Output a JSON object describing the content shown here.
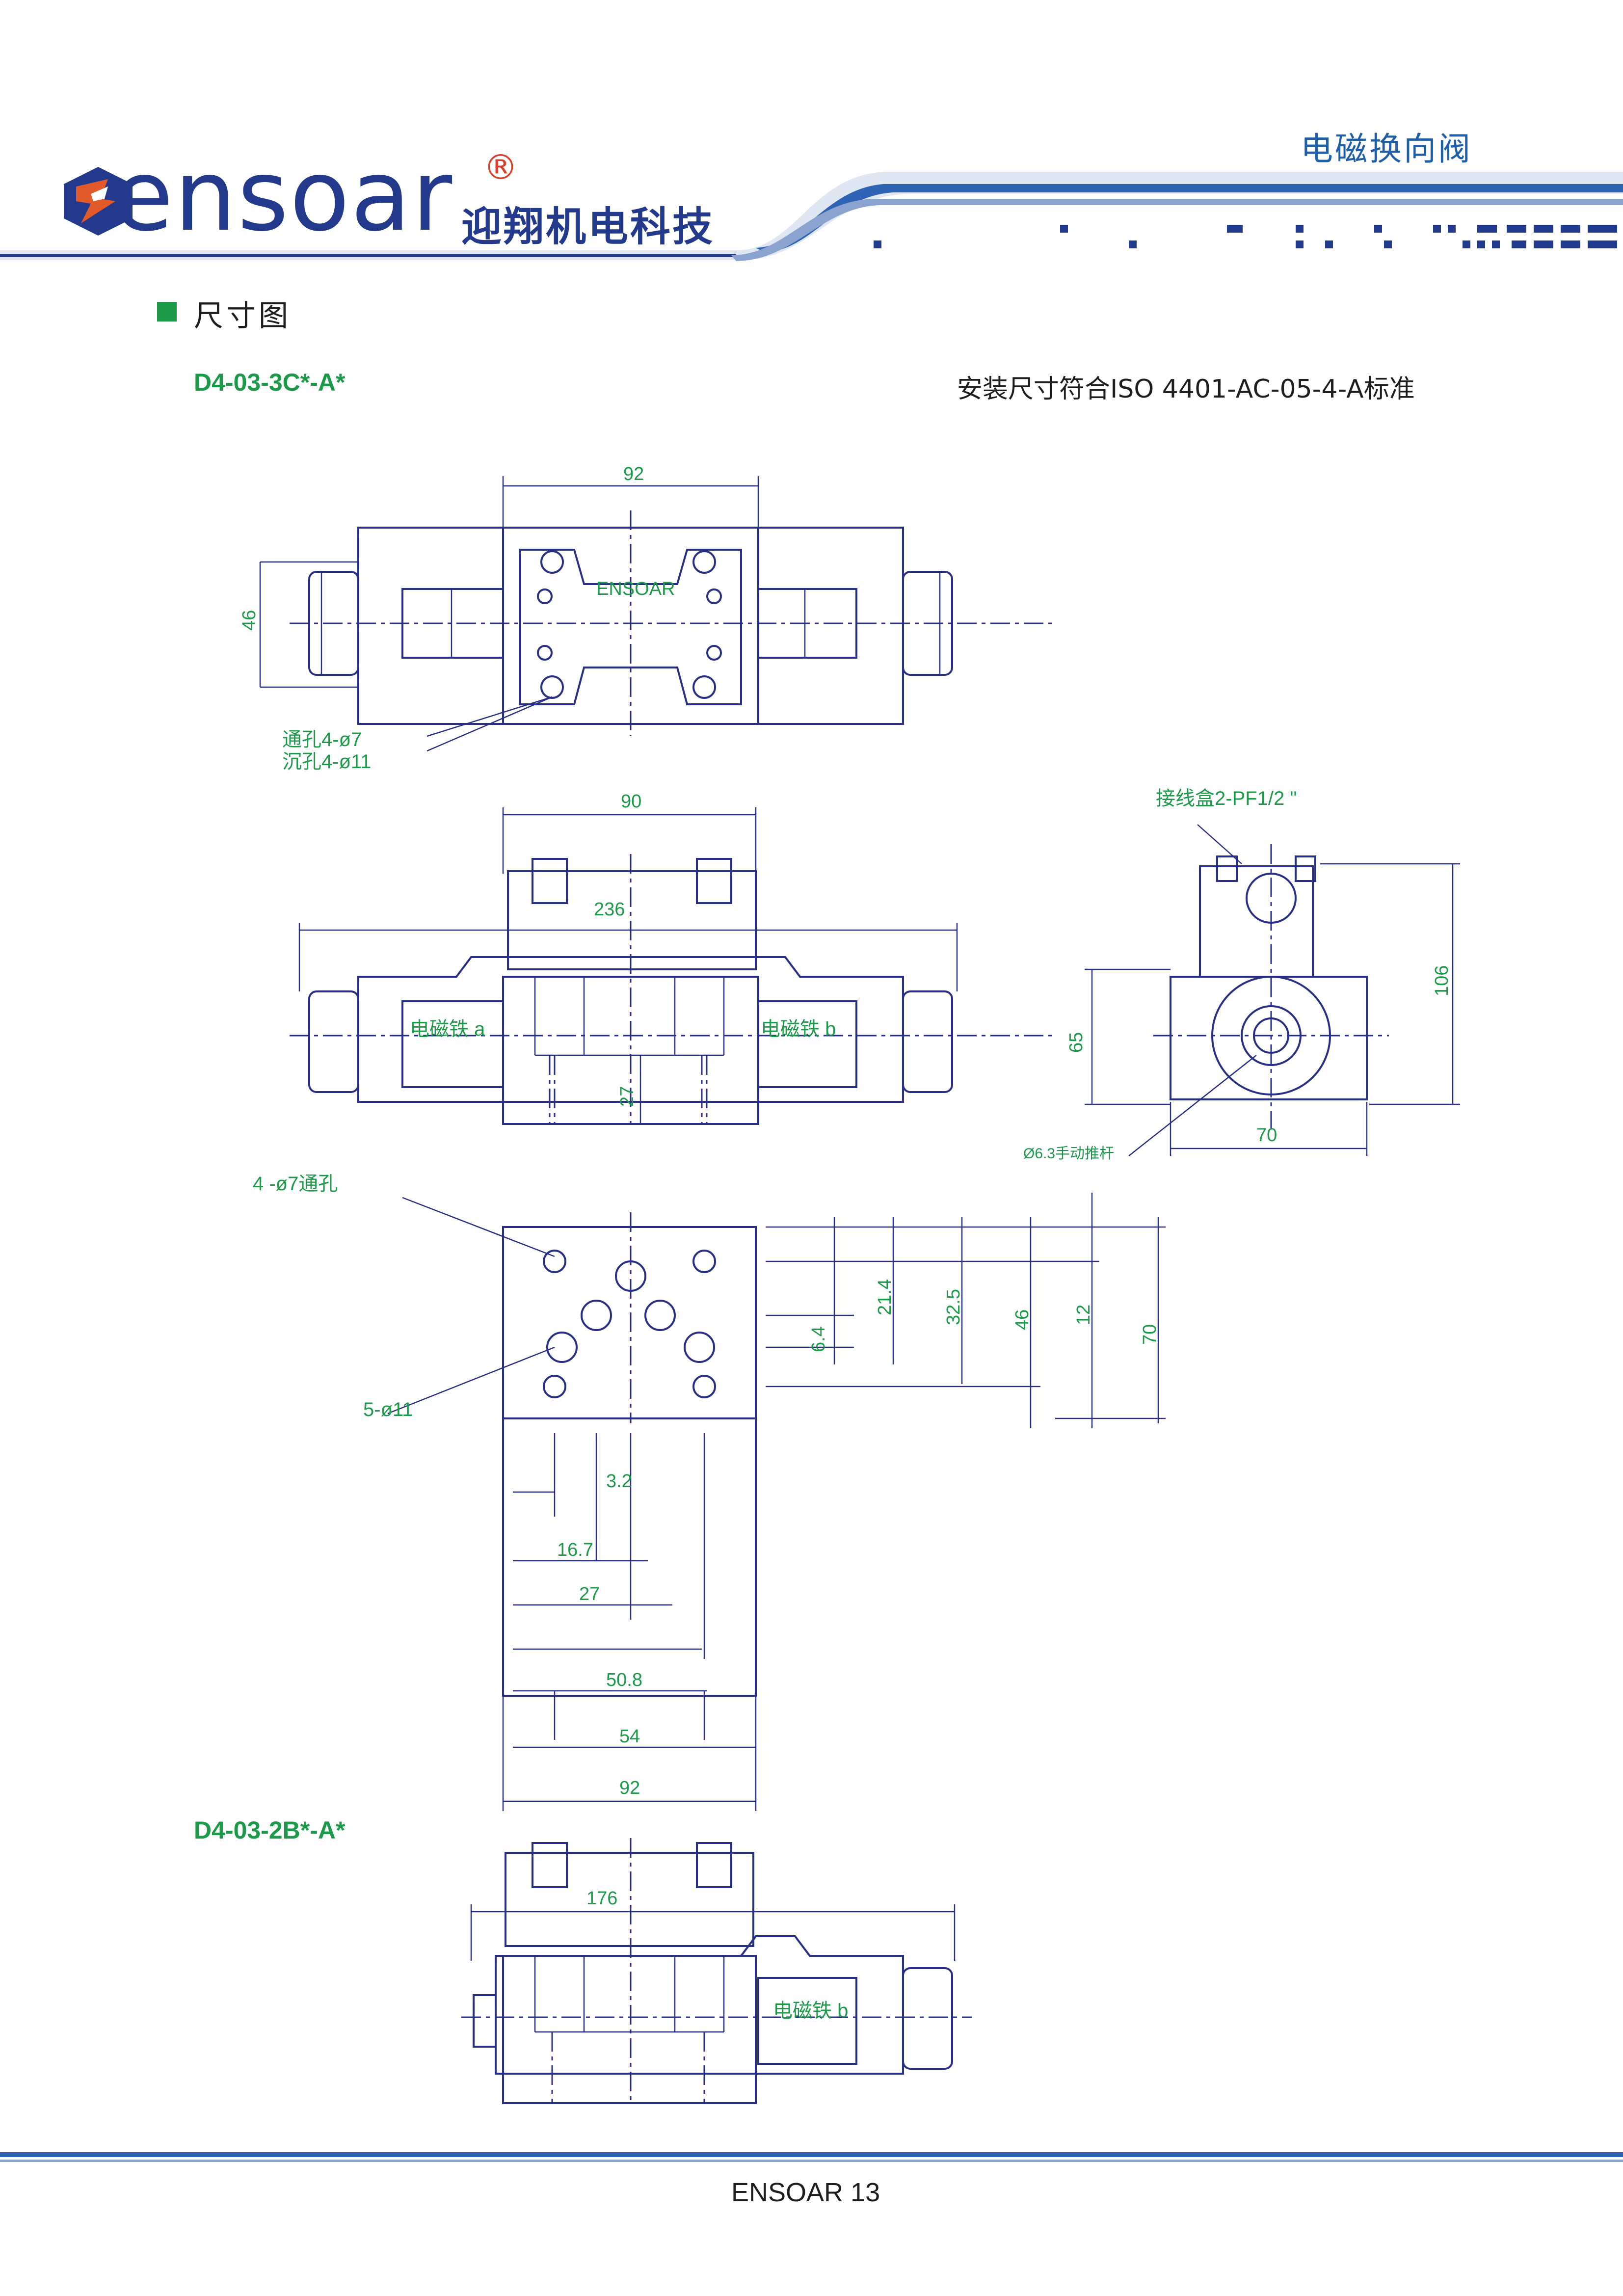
{
  "header": {
    "product_category": "电磁换向阀",
    "brand_logo": "ensoar",
    "company_name": "迎翔机电科技",
    "brand_color": "#233a8c",
    "accent_color": "#1c9a4a"
  },
  "section": {
    "title": "尺寸图",
    "standard_note": "安装尺寸符合ISO 4401-AC-05-4-A标准"
  },
  "models": {
    "first": "D4-03-3C*-A*",
    "second": "D4-03-2B*-A*"
  },
  "drawing1_top": {
    "dim_width": "92",
    "dim_height": "46",
    "center_label": "ENSOAR",
    "hole_note_1": "通孔4-ø7",
    "hole_note_2": "沉孔4-ø11"
  },
  "drawing1_front": {
    "dim_top": "90",
    "dim_overall": "236",
    "solenoid_a": "电磁铁 a",
    "solenoid_b": "电磁铁 b",
    "dim_27": "27"
  },
  "drawing1_side": {
    "junction_box": "接线盒2-PF1/2 \"",
    "dim_height_total": "106",
    "dim_65": "65",
    "dim_70": "70",
    "manual_pin": "Ø6.3手动推杆"
  },
  "drawing_ports": {
    "through_holes": "4 -ø7通孔",
    "port_holes": "5-ø11",
    "dim_6_4": "6.4",
    "dim_21_4": "21.4",
    "dim_32_5": "32.5",
    "dim_46": "46",
    "dim_12": "12",
    "dim_70": "70",
    "dim_3_2": "3.2",
    "dim_16_7": "16.7",
    "dim_27": "27",
    "dim_50_8": "50.8",
    "dim_54": "54",
    "dim_92": "92"
  },
  "drawing2_front": {
    "dim_overall": "176",
    "solenoid_b": "电磁铁 b"
  },
  "footer": {
    "page_label": "ENSOAR 13"
  }
}
